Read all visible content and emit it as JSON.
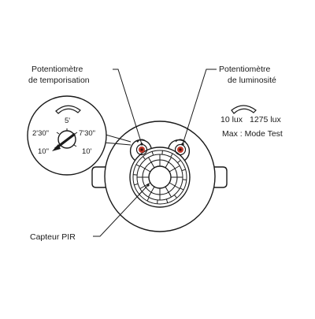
{
  "labels": {
    "pot_time_line1": "Potentiomètre",
    "pot_time_line2": "de temporisation",
    "pot_lum_line1": "Potentiomètre",
    "pot_lum_line2": "de luminosité",
    "pir_sensor": "Capteur PIR"
  },
  "time_dial": {
    "ticks": [
      "5'",
      "2'30\"",
      "7'30\"",
      "10\"",
      "10'"
    ]
  },
  "lux_dial": {
    "min": "10 lux",
    "max": "1275 lux",
    "mode": "Max : Mode Test"
  },
  "colors": {
    "line": "#1a1a1a",
    "knob_red": "#c0392b",
    "background": "#ffffff"
  }
}
